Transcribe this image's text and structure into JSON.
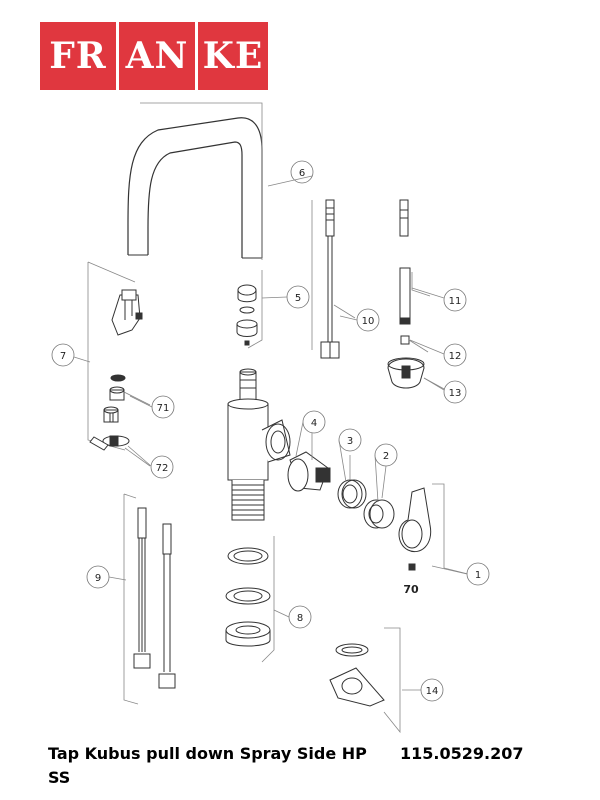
{
  "brand": {
    "logo_left": "FR",
    "logo_mid": "AN",
    "logo_right": "KE",
    "color": "#e0373f"
  },
  "callouts": {
    "c1": "1",
    "c2": "2",
    "c3": "3",
    "c4": "4",
    "c5": "5",
    "c6": "6",
    "c7": "7",
    "c71": "71",
    "c72": "72",
    "c8": "8",
    "c9": "9",
    "c10": "10",
    "c11": "11",
    "c12": "12",
    "c13": "13",
    "c14": "14",
    "c70": "70"
  },
  "product": {
    "title_line1": "Tap Kubus pull down Spray Side HP",
    "code": "115.0529.207",
    "title_line2": "SS"
  }
}
